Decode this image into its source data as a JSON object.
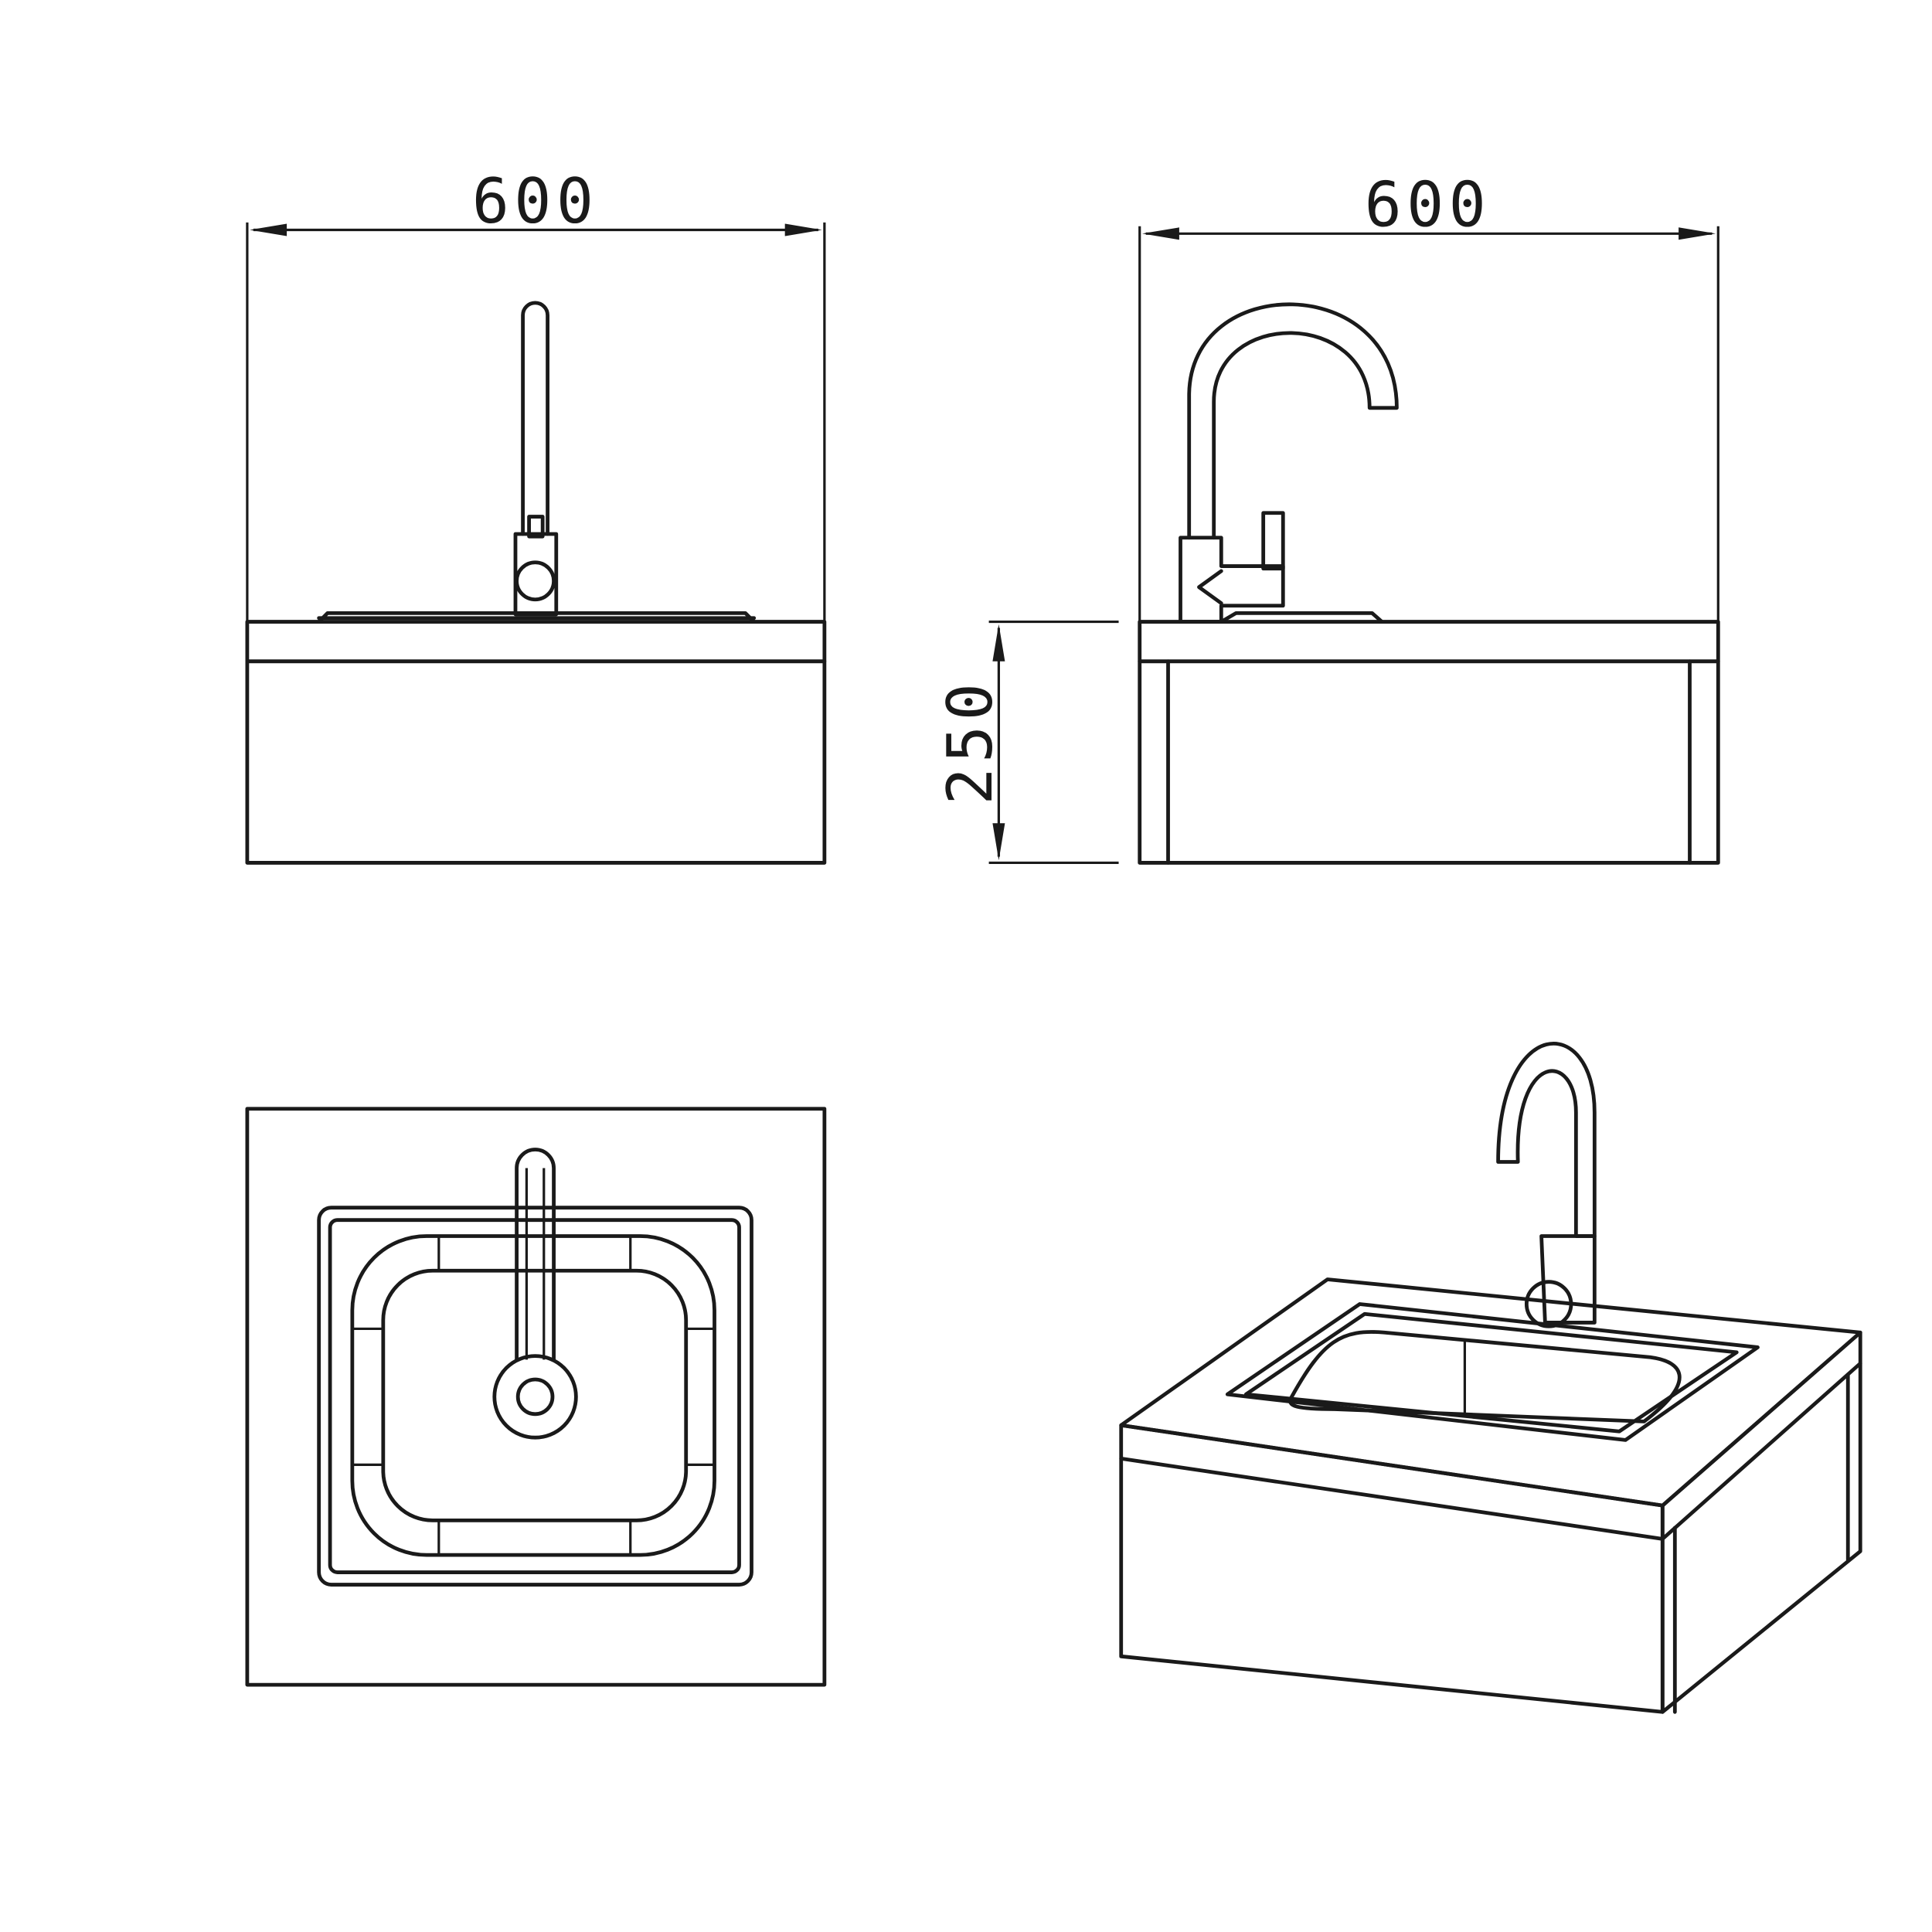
{
  "drawing": {
    "front_view": {
      "width_label": "600"
    },
    "side_view": {
      "width_label": "600",
      "height_label": "250"
    },
    "top_view": {},
    "isometric_view": {}
  },
  "colors": {
    "line": "#1a1a1a",
    "background": "#ffffff"
  }
}
